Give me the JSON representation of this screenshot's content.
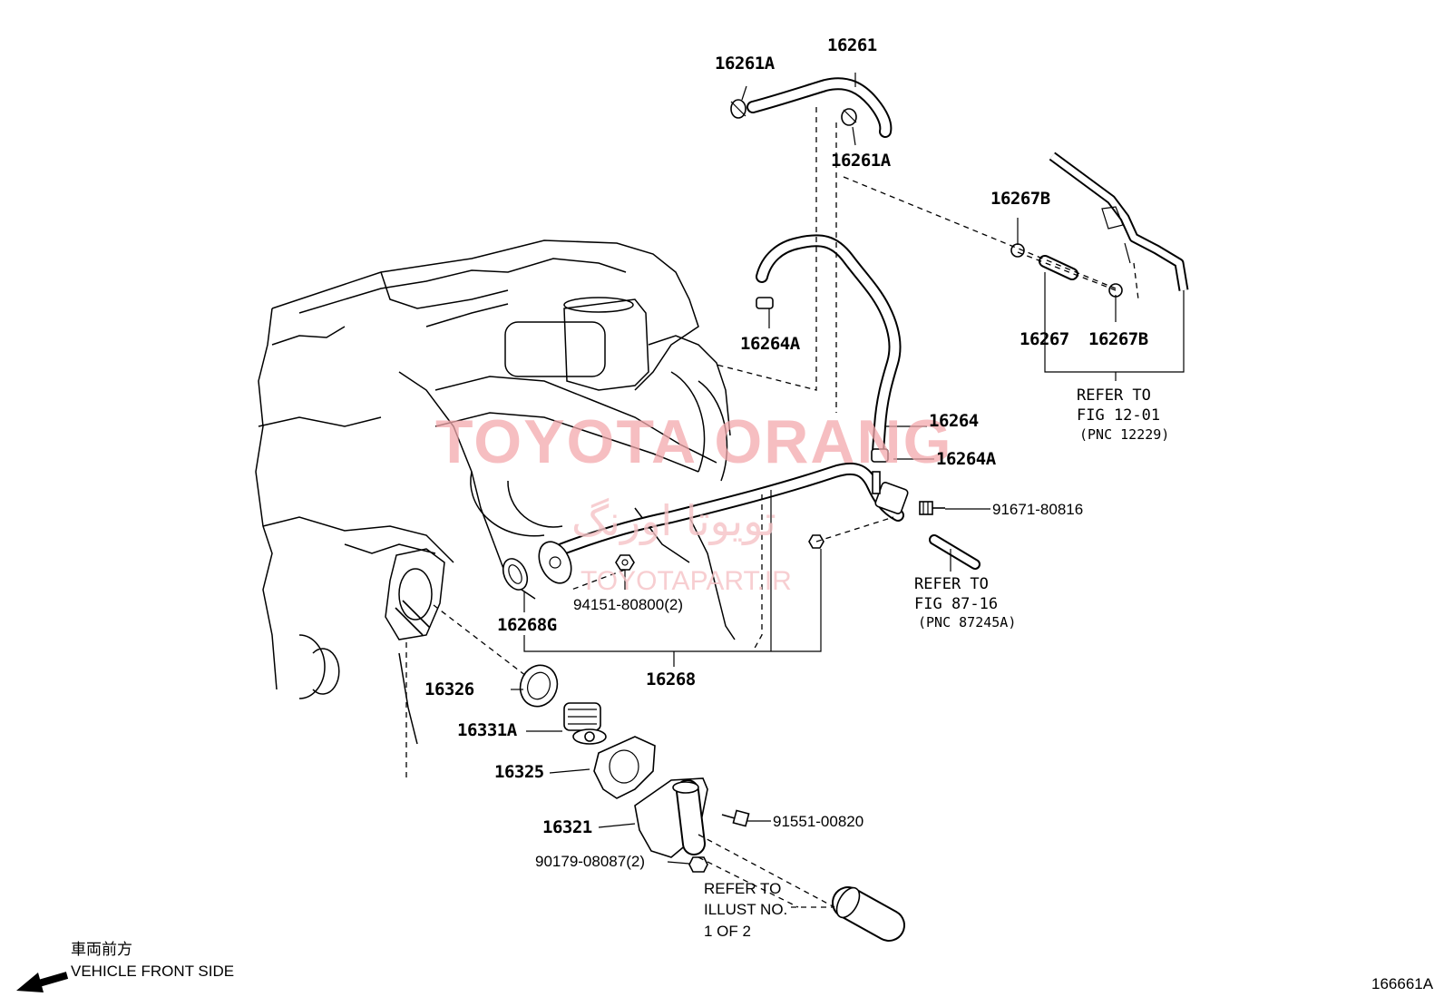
{
  "watermark": {
    "title": "TOYOTA ORANG",
    "persian": "تویوتا اورنگ",
    "site": "TOYOTAPART.IR"
  },
  "labels": {
    "p16261": "16261",
    "p16261A_top": "16261A",
    "p16261A_mid": "16261A",
    "p16267B_top": "16267B",
    "p16267": "16267",
    "p16267B_bot": "16267B",
    "p16264A_top": "16264A",
    "p16264": "16264",
    "p16264A_bot": "16264A",
    "p91671": "91671-80816",
    "p94151": "94151-80800(2)",
    "p16268G": "16268G",
    "p16268": "16268",
    "p16326": "16326",
    "p16331A": "16331A",
    "p16325": "16325",
    "p16321": "16321",
    "p91551": "91551-00820",
    "p90179": "90179-08087(2)"
  },
  "refs": {
    "fig12": {
      "line1": "REFER TO",
      "line2": "FIG 12-01",
      "line3": "(PNC 12229)"
    },
    "fig87": {
      "line1": "REFER TO",
      "line2": "FIG 87-16",
      "line3": "(PNC 87245A)"
    },
    "illust": {
      "line1": "REFER TO",
      "line2": "ILLUST NO.",
      "line3": "1 OF 2"
    }
  },
  "direction": {
    "japanese": "車両前方",
    "english": "VEHICLE FRONT SIDE"
  },
  "figure_id": "166661A"
}
